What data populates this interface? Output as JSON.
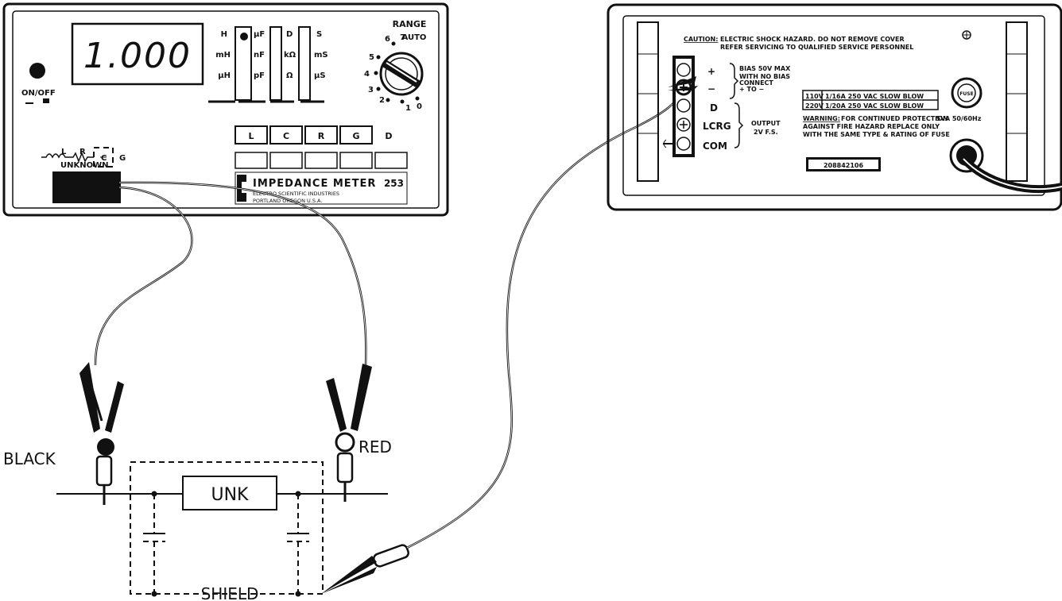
{
  "meter": {
    "display": "1.000",
    "on_off": "ON/OFF",
    "range_label": "RANGE",
    "range_auto": "AUTO",
    "range_numbers": [
      "7",
      "6",
      "5",
      "4",
      "3",
      "2",
      "1",
      "0"
    ],
    "units_col1": [
      "H",
      "mH",
      "µH"
    ],
    "units_col2": [
      "µF",
      "nF",
      "pF"
    ],
    "units_col3": [
      "D",
      "kΩ",
      "Ω"
    ],
    "units_col4": [
      "S",
      "mS",
      "µS"
    ],
    "func_buttons": [
      "L",
      "C",
      "R",
      "G",
      "D"
    ],
    "circuit_L": "L",
    "circuit_R": "R",
    "circuit_C": "C",
    "circuit_G": "G",
    "unknown_label": "UNKNOWN",
    "model_name": "IMPEDANCE METER",
    "model_number": "253",
    "maker_line1": "ELECTRO SCIENTIFIC INDUSTRIES",
    "maker_line2": "PORTLAND  OREGON  U.S.A."
  },
  "rear": {
    "caution_heading": "CAUTION:",
    "caution_line1": "ELECTRIC SHOCK HAZARD. DO NOT REMOVE COVER",
    "caution_line2": "REFER SERVICING TO QUALIFIED SERVICE PERSONNEL",
    "plus": "+",
    "minus": "−",
    "bias1": "BIAS 50V MAX",
    "bias2": "WITH NO BIAS",
    "bias3": "CONNECT",
    "bias4": "+ TO −",
    "d_label": "D",
    "lcrg_label": "LCRG",
    "com_label": "COM",
    "output1": "OUTPUT",
    "output2": "2V F.S.",
    "fuse_v1": "110V",
    "fuse_r1": "1/16A 250 VAC SLOW BLOW",
    "fuse_v2": "220V",
    "fuse_r2": "1/20A 250 VAC SLOW BLOW",
    "warning_heading": "WARNING:",
    "warning_line1": "FOR CONTINUED PROTECTION",
    "warning_line2": "AGAINST FIRE HAZARD REPLACE ONLY",
    "warning_line3": "WITH THE SAME TYPE & RATING OF FUSE",
    "fuse_label": "FUSE",
    "power_rating": "5VA 50/60Hz",
    "serial": "208842106"
  },
  "test": {
    "black": "BLACK",
    "red": "RED",
    "unk": "UNK",
    "shield": "SHIELD"
  }
}
